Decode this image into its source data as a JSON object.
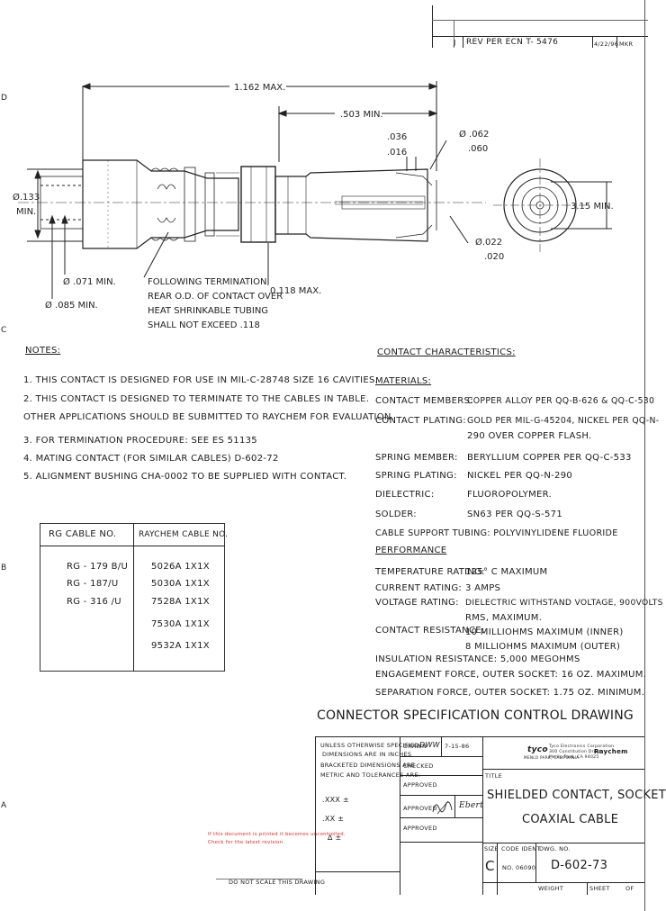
{
  "revision": {
    "letter": "J",
    "description": "REV PER ECN T- 5476",
    "date": "4/22/96",
    "approval": "MKR"
  },
  "border_marks": [
    "D",
    "C",
    "B",
    "A"
  ],
  "dimensions": {
    "overall_length": "1.162 MAX.",
    "min_length": ".503 MIN.",
    "dim_036": ".036",
    "dim_016": ".016",
    "dim_062": "Ø .062",
    "dim_060": ".060",
    "dia_133": "Ø.133",
    "dia_133_min": "MIN.",
    "dia_071": "Ø .071 MIN.",
    "dia_085": "Ø .085 MIN.",
    "dim_118": "0.118 MAX.",
    "dia_022": "Ø.022",
    "dim_020": ".020",
    "dim_315": "3.15 MIN."
  },
  "termination_note": [
    "FOLLOWING TERMINATION,",
    "REAR O.D. OF CONTACT OVER",
    "HEAT SHRINKABLE TUBING",
    "SHALL NOT EXCEED .118"
  ],
  "notes": {
    "heading": "NOTES:",
    "items": [
      "1. THIS CONTACT IS DESIGNED FOR USE IN MIL-C-28748 SIZE 16 CAVITIES.",
      "2. THIS CONTACT IS DESIGNED TO TERMINATE TO THE CABLES IN TABLE.",
      "   OTHER APPLICATIONS SHOULD BE SUBMITTED TO RAYCHEM FOR EVALUATION.",
      "3. FOR TERMINATION PROCEDURE: SEE ES 51135",
      "4. MATING CONTACT (FOR SIMILAR CABLES) D-602-72",
      "5. ALIGNMENT BUSHING  CHA-0002 TO BE SUPPLIED WITH CONTACT."
    ]
  },
  "cable_table": {
    "headers": [
      "RG CABLE NO.",
      "RAYCHEM CABLE NO."
    ],
    "rg": [
      "RG - 179 B/U",
      "RG - 187/U",
      "RG - 316 /U"
    ],
    "raychem": [
      "5026A 1X1X",
      "5030A 1X1X",
      "7528A 1X1X",
      "7530A 1X1X",
      "9532A 1X1X"
    ]
  },
  "characteristics": {
    "heading": "CONTACT CHARACTERISTICS:",
    "materials_heading": "MATERIALS:",
    "materials": [
      {
        "label": "CONTACT MEMBERS:",
        "value": "COPPER ALLOY PER QQ-B-626 & QQ-C-530"
      },
      {
        "label": "CONTACT PLATING:",
        "value": "GOLD PER MIL-G-45204, NICKEL PER QQ-N-"
      },
      {
        "label": "",
        "value": "290 OVER COPPER FLASH."
      },
      {
        "label": "SPRING MEMBER:",
        "value": "BERYLLIUM COPPER PER QQ-C-533"
      },
      {
        "label": "SPRING PLATING:",
        "value": "NICKEL PER QQ-N-290"
      },
      {
        "label": "DIELECTRIC:",
        "value": "FLUOROPOLYMER."
      },
      {
        "label": "SOLDER:",
        "value": "SN63 PER QQ-S-571"
      }
    ],
    "support_tubing": "CABLE SUPPORT TUBING: POLYVINYLIDENE FLUORIDE",
    "performance_heading": "PERFORMANCE",
    "performance": [
      {
        "label": "TEMPERATURE RATING:",
        "value": "125° C MAXIMUM"
      },
      {
        "label": "CURRENT RATING:",
        "value": "3 AMPS"
      },
      {
        "label": "VOLTAGE RATING:",
        "value": "DIELECTRIC WITHSTAND VOLTAGE, 900VOLTS"
      },
      {
        "label": "",
        "value": "RMS, MAXIMUM."
      },
      {
        "label": "CONTACT RESISTANCE:",
        "value": "10 MILLIOHMS MAXIMUM (INNER)"
      },
      {
        "label": "",
        "value": "8 MILLIOHMS MAXIMUM (OUTER)"
      }
    ],
    "insulation": "INSULATION RESISTANCE: 5,000 MEGOHMS",
    "engagement": "ENGAGEMENT FORCE, OUTER SOCKET: 16 OZ. MAXIMUM.",
    "separation": "SEPARATION FORCE, OUTER SOCKET: 1.75 OZ. MINIMUM."
  },
  "title_block": {
    "main_title": "CONNECTOR SPECIFICATION CONTROL DRAWING",
    "tolerance_note": [
      "UNLESS OTHERWISE SPECIFIED",
      "DIMENSIONS ARE IN INCHES",
      "BRACKETED DIMENSIONS ARE",
      "METRIC AND TOLERANCES ARE:"
    ],
    "tol_xxx": ".XXX ±",
    "tol_xx": ".XX ±",
    "tol_angle": "∆ ±",
    "drawn_label": "DRAWN",
    "drawn_by": "DWW",
    "drawn_date": "7-15-86",
    "checked_label": "CHECKED",
    "approved_label": "APPROVED",
    "approved2_label": "APPROVED",
    "approved_sig": "Ebert",
    "approved3_label": "APPROVED",
    "company_logo": "tyco",
    "company_lines": [
      "Tyco Electronics Corporation",
      "300 Constitution Drive",
      "Menlo Park, CA 94025"
    ],
    "company_sub": "MENLO PARK, CALIFORNIA",
    "raychem": "Raychem",
    "title_label": "TITLE",
    "title_line1": "SHIELDED CONTACT, SOCKET",
    "title_line2": "COAXIAL CABLE",
    "size_label": "SIZE",
    "size": "C",
    "code_label": "CODE IDENT",
    "code": "NO. 06090",
    "dwg_label": "DWG. NO.",
    "dwg_no": "D-602-73",
    "weight_label": "WEIGHT",
    "sheet_label": "SHEET",
    "sheet_of": "OF",
    "do_not_scale": "DO NOT SCALE THIS DRAWING",
    "disclaimer": [
      "If this document is printed it becomes uncontrolled.",
      "Check for the latest revision."
    ]
  }
}
